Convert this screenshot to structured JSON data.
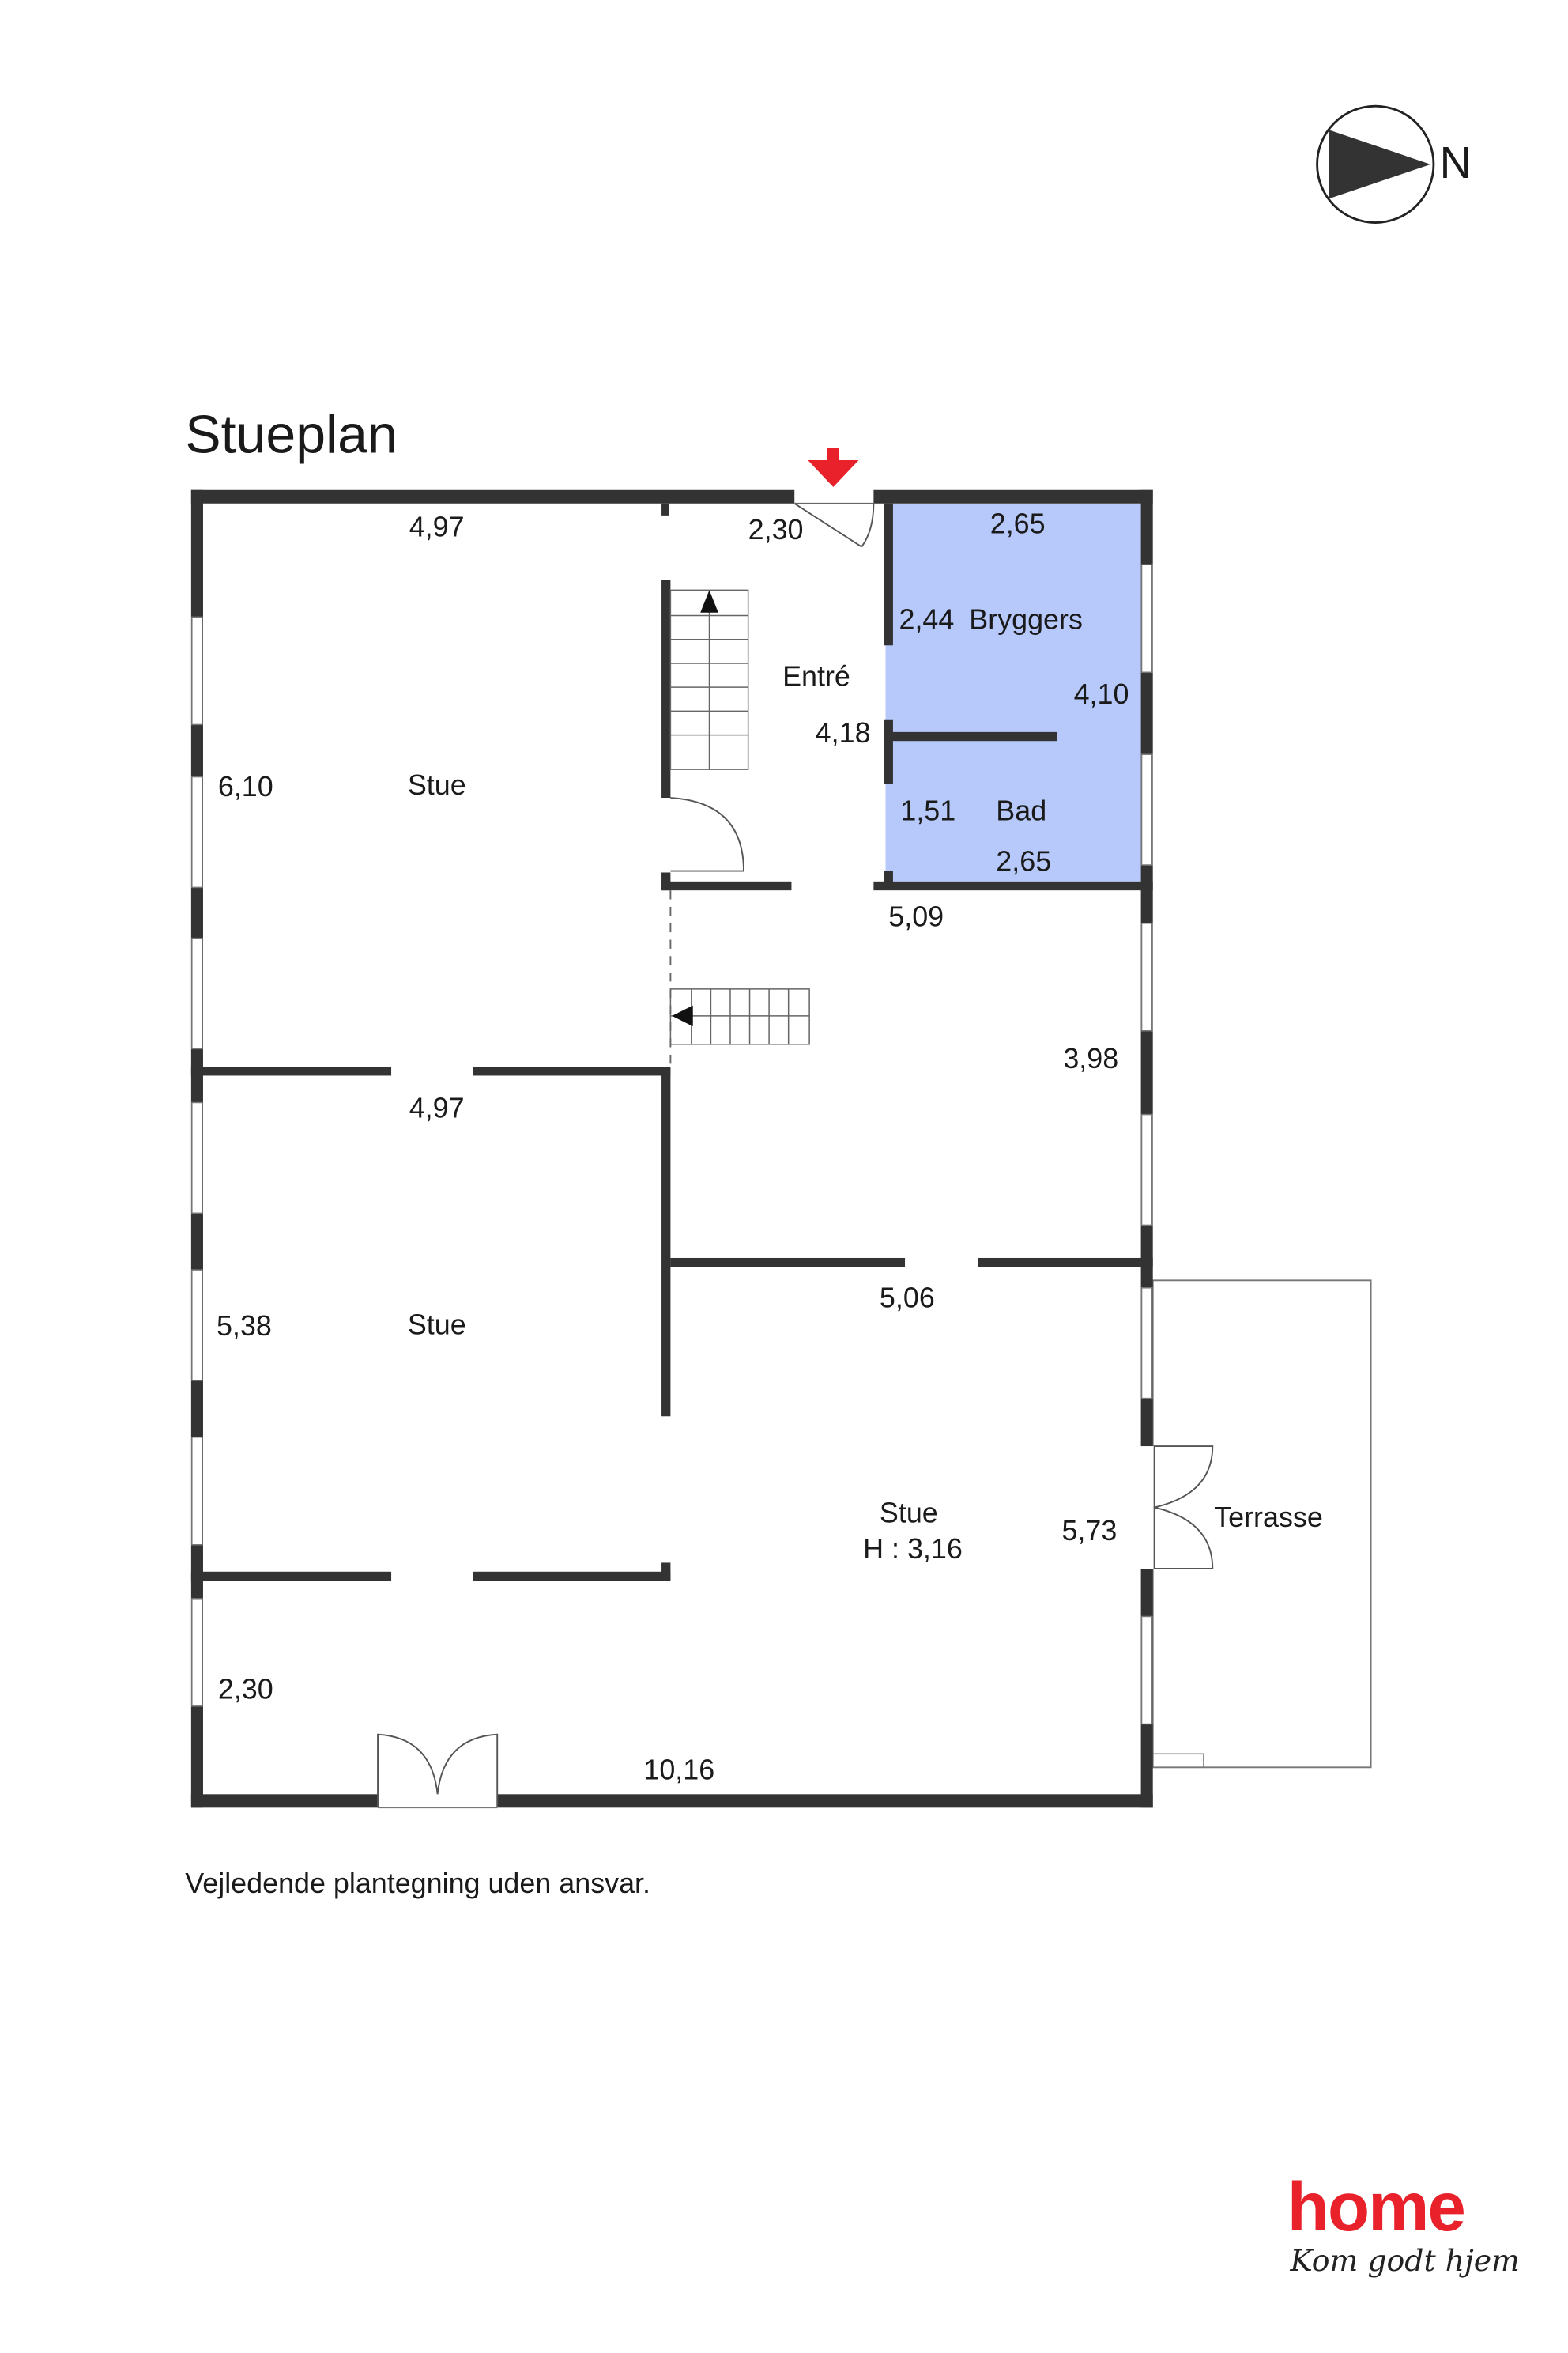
{
  "title": "Stueplan",
  "compass": {
    "label": "N"
  },
  "rooms": {
    "stue_1": "Stue",
    "stue_2": "Stue",
    "stue_3": "Stue",
    "stue_3_height": "H : 3,16",
    "entre": "Entré",
    "bryggers": "Bryggers",
    "bad": "Bad",
    "terrasse": "Terrasse"
  },
  "dimensions": {
    "top_stue": "4,97",
    "entre_top": "2,30",
    "bryggers_top": "2,65",
    "bryggers_side": "2,44",
    "bryggers_right": "4,10",
    "entre_side": "4,18",
    "bad_side": "1,51",
    "bad_bottom": "2,65",
    "stue1_side": "6,10",
    "hall_bottom": "5,09",
    "hall_right": "3,98",
    "stue2_top": "4,97",
    "stue2_side": "5,38",
    "stue3_top": "5,06",
    "stue3_right": "5,73",
    "bottom_left_side": "2,30",
    "bottom_total": "10,16"
  },
  "footer": "Vejledende plantegning uden ansvar.",
  "logo": {
    "brand": "home",
    "tagline": "Kom godt hjem"
  },
  "colors": {
    "wet_room": "#b6c9fa",
    "entry_arrow": "#e8212a",
    "logo": "#e8212a",
    "wall": "#333333"
  }
}
